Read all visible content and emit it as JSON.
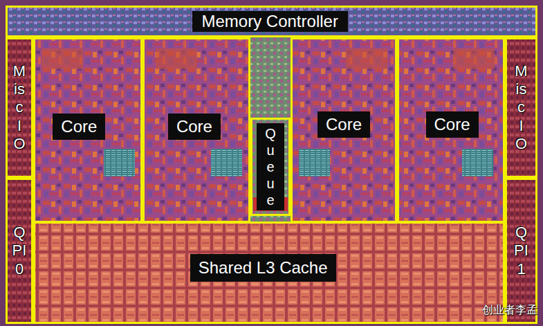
{
  "diagram": {
    "nodes": [
      {
        "text": [
          "Memory Controller"
        ]
      },
      {
        "text": [
          "Misc IO"
        ]
      },
      {
        "text": [
          "Core"
        ]
      },
      {
        "text": [
          "Core"
        ]
      },
      {
        "text": [
          "Queue"
        ]
      },
      {
        "text": [
          "Core"
        ]
      },
      {
        "text": [
          "Core"
        ]
      },
      {
        "text": [
          "Misc IO"
        ]
      },
      {
        "text": [
          "QPI 0"
        ]
      },
      {
        "text": [
          "Shared L3 Cache"
        ]
      },
      {
        "text": [
          "QPI 1"
        ]
      }
    ],
    "labels": [
      "创业者李孟"
    ]
  }
}
